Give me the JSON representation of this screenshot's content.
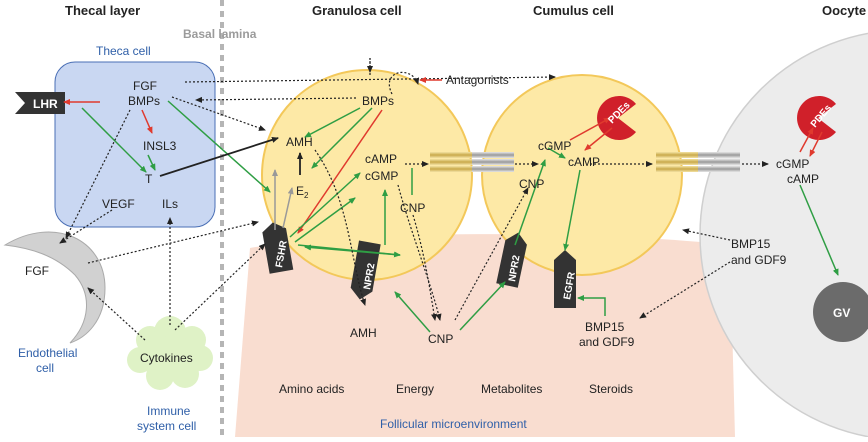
{
  "headers": {
    "thecal_layer": "Thecal layer",
    "basal_lamina": "Basal lamina",
    "granulosa_cell": "Granulosa cell",
    "cumulus_cell": "Cumulus cell",
    "oocyte": "Oocyte"
  },
  "theca": {
    "cell_label": "Theca cell",
    "fgf": "FGF",
    "bmps": "BMPs",
    "lhr": "LHR",
    "insl3": "INSL3",
    "t": "T",
    "vegf": "VEGF",
    "ils": "ILs"
  },
  "endothelial": {
    "fgf": "FGF",
    "label_line1": "Endothelial",
    "label_line2": "cell"
  },
  "immune": {
    "cytokines": "Cytokines",
    "label_line1": "Immune",
    "label_line2": "system cell"
  },
  "granulosa": {
    "antagonists": "Antagonists",
    "bmps": "BMPs",
    "amh": "AMH",
    "e2_base": "E",
    "e2_sub": "2",
    "camp": "cAMP",
    "cgmp": "cGMP",
    "cnp": "CNP",
    "fshr": "FSHR",
    "npr2": "NPR2",
    "amh_out": "AMH",
    "cnp_out": "CNP"
  },
  "cumulus": {
    "cgmp": "cGMP",
    "camp": "cAMP",
    "pdes": "PDEs",
    "cnp": "CNP",
    "npr2": "NPR2",
    "egfr": "EGFR",
    "bmp15_line1": "BMP15",
    "bmp15_line2": "and GDF9"
  },
  "oocyte": {
    "pdes": "PDEs",
    "cgmp": "cGMP",
    "camp": "cAMP",
    "bmp15_line1": "BMP15",
    "bmp15_line2": "and GDF9",
    "gv": "GV"
  },
  "microenvironment": {
    "amino_acids": "Amino acids",
    "energy": "Energy",
    "metabolites": "Metabolites",
    "steroids": "Steroids",
    "label": "Follicular microenvironment"
  },
  "colors": {
    "green": "#2f9e44",
    "red": "#e03a2e",
    "black": "#222222",
    "cell_yellow": "#fde9a6",
    "theca_blue": "#c9d7f2",
    "micro_peach": "#f9ddd0",
    "blue_label": "#2f5fa8"
  }
}
